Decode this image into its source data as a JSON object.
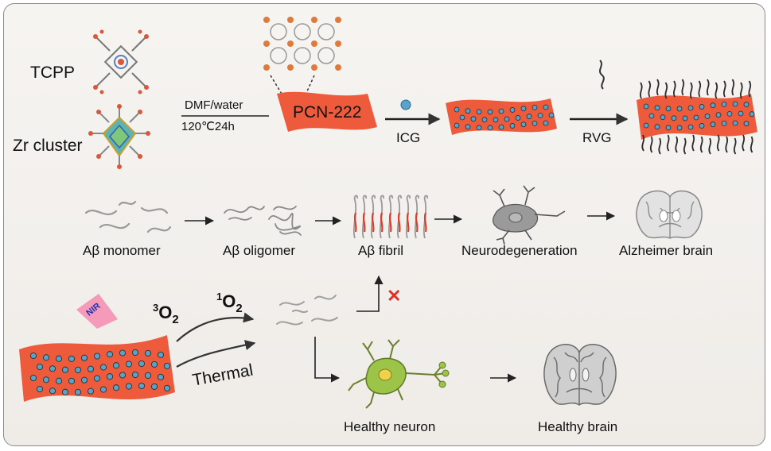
{
  "synthesis": {
    "ligand_label": "TCPP",
    "cluster_label": "Zr cluster",
    "condition_top": "DMF/water",
    "condition_bottom": "120℃24h",
    "mof_label": "PCN-222",
    "step1_label": "ICG",
    "step2_label": "RVG"
  },
  "pathway": {
    "monomer_label": "Aβ monomer",
    "oligomer_label": "Aβ oligomer",
    "fibril_label": "Aβ fibril",
    "neuro_label": "Neurodegeneration",
    "ad_brain_label": "Alzheimer brain"
  },
  "treatment": {
    "nir_label": "NIR",
    "singlet_sup": "1",
    "singlet_base": "O",
    "singlet_sub": "2",
    "triplet_sup": "3",
    "triplet_base": "O",
    "triplet_sub": "2",
    "thermal_label": "Thermal",
    "blocked_mark": "✕",
    "healthy_neuron_label": "Healthy neuron",
    "healthy_brain_label": "Healthy brain"
  },
  "colors": {
    "mof_sheet": "#ee5a3c",
    "mof_dot": "#5aa3c8",
    "fibril_red": "#e03a2a",
    "neuron_green": "#9bc449",
    "nir_pink": "#f59ab8",
    "blocked_red": "#e0302a"
  }
}
